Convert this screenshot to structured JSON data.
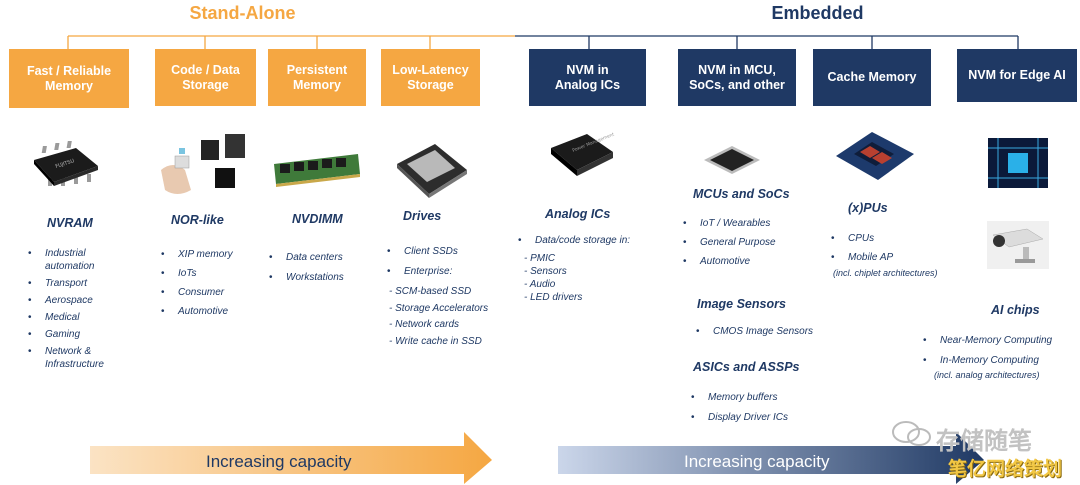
{
  "sections": {
    "standalone": {
      "title": "Stand-Alone",
      "color": "#f5a742"
    },
    "embedded": {
      "title": "Embedded",
      "color": "#1f3964"
    }
  },
  "boxes": [
    "Fast / Reliable\nMemory",
    "Code / Data\nStorage",
    "Persistent\nMemory",
    "Low-Latency\nStorage",
    "NVM in\nAnalog ICs",
    "NVM in MCU,\nSoCs, and other",
    "Cache Memory",
    "NVM for Edge AI"
  ],
  "columns": {
    "nvram": {
      "title": "NVRAM",
      "items": [
        "Industrial\nautomation",
        "Transport",
        "Aerospace",
        "Medical",
        "Gaming",
        "Network &\nInfrastructure"
      ]
    },
    "nor": {
      "title": "NOR-like",
      "items": [
        "XIP memory",
        "IoTs",
        "Consumer",
        "Automotive"
      ]
    },
    "nvdimm": {
      "title": "NVDIMM",
      "items": [
        "Data centers",
        "Workstations"
      ]
    },
    "drives": {
      "title": "Drives",
      "items": [
        "Client SSDs",
        "Enterprise:"
      ],
      "sub": [
        "- SCM-based SSD",
        "- Storage Accelerators",
        "- Network cards",
        "- Write cache in SSD"
      ]
    },
    "analog": {
      "title": "Analog ICs",
      "items": [
        "Data/code storage in:"
      ],
      "sub": [
        "- PMIC",
        "- Sensors",
        "- Audio",
        "- LED drivers"
      ]
    },
    "mcu": {
      "title": "MCUs and SoCs",
      "items": [
        "IoT / Wearables",
        "General Purpose",
        "Automotive"
      ]
    },
    "image": {
      "title": "Image Sensors",
      "items": [
        "CMOS Image Sensors"
      ]
    },
    "asic": {
      "title": "ASICs and ASSPs",
      "items": [
        "Memory buffers",
        "Display Driver ICs"
      ]
    },
    "xpu": {
      "title": "(x)PUs",
      "items": [
        "CPUs",
        "Mobile AP"
      ],
      "note": "(incl. chiplet architectures)"
    },
    "ai": {
      "title": "AI chips",
      "items": [
        "Near-Memory Computing",
        "In-Memory Computing"
      ],
      "note": "(incl. analog architectures)"
    }
  },
  "arrows": {
    "left": {
      "label": "Increasing capacity"
    },
    "right": {
      "label": "Increasing capacity"
    }
  },
  "watermark": {
    "line1": "存储随笔",
    "line2": "笔亿网络策划"
  }
}
